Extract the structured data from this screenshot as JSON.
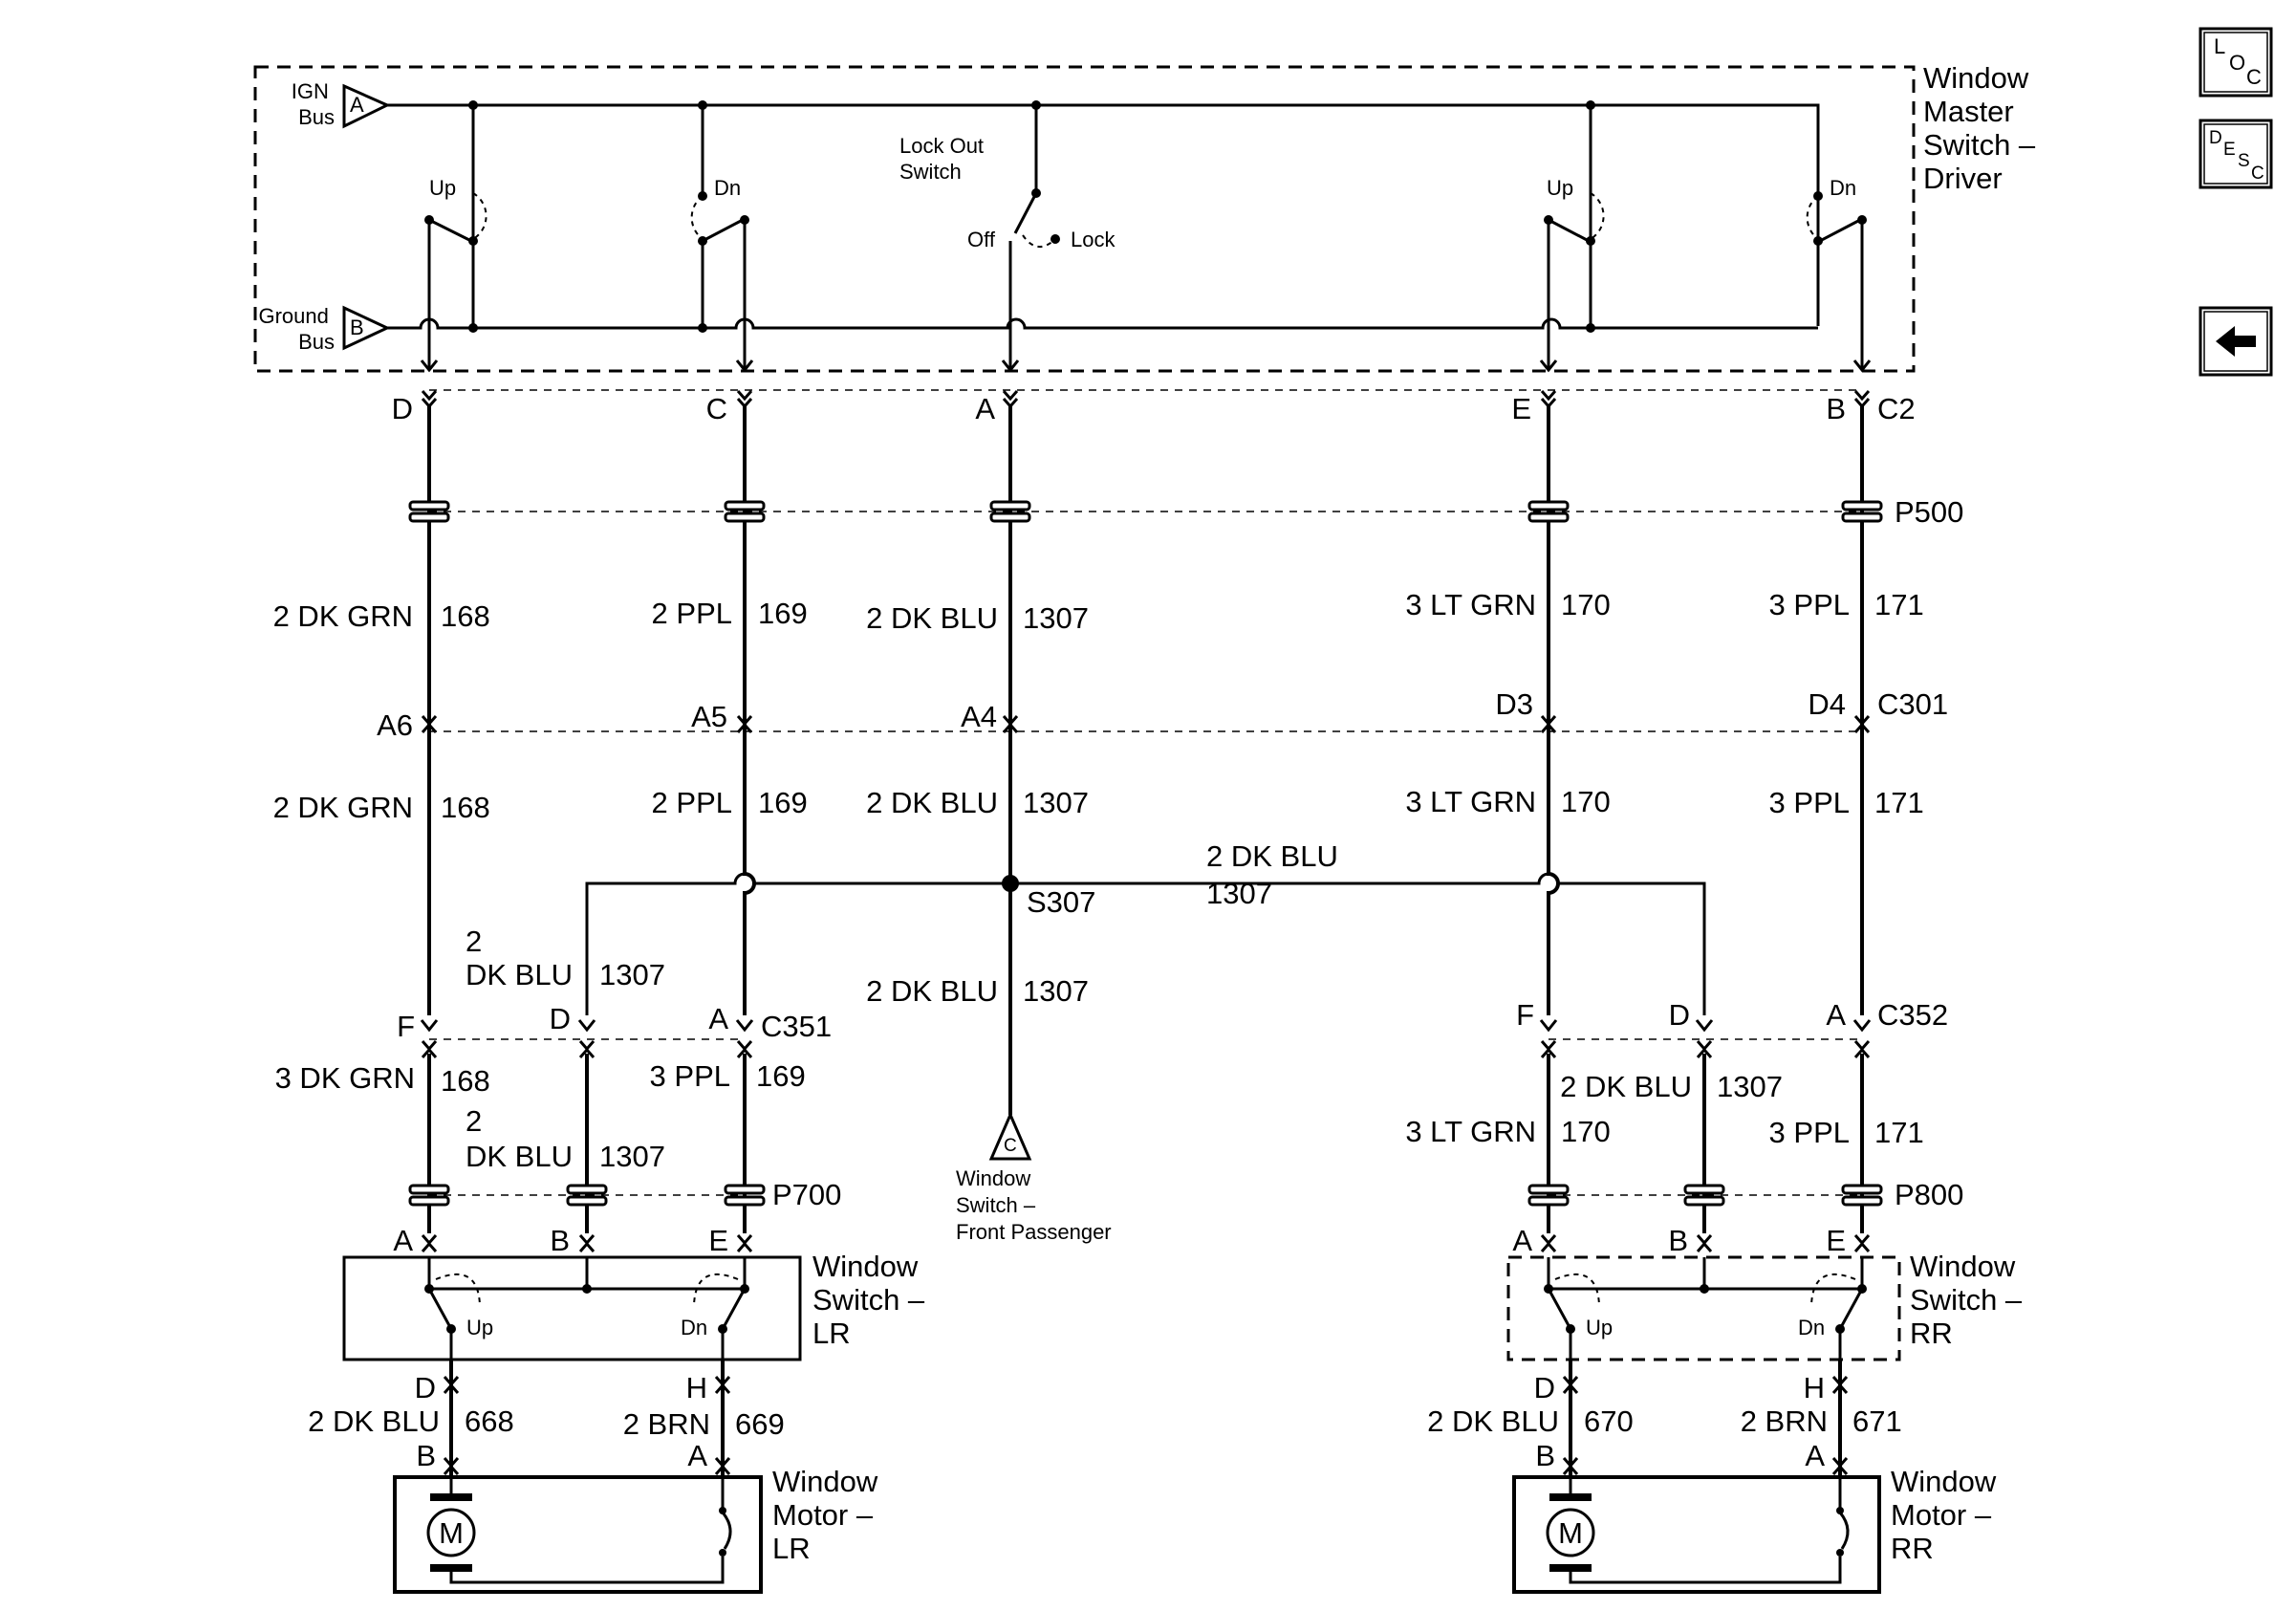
{
  "nav": {
    "loc": {
      "t1": "L",
      "t2": "O",
      "t3": "C"
    },
    "desc": {
      "t1": "D",
      "t2": "E",
      "t3": "S",
      "t4": "C"
    },
    "back_icon": "arrow-left-icon"
  },
  "master": {
    "title": [
      "Window",
      "Master",
      "Switch –",
      "Driver"
    ],
    "ign": [
      "IGN",
      "Bus"
    ],
    "ign_pin": "A",
    "gnd": [
      "Ground",
      "Bus"
    ],
    "gnd_pin": "B",
    "up1": "Up",
    "dn1": "Dn",
    "up2": "Up",
    "dn2": "Dn",
    "lockout": [
      "Lock Out",
      "Switch"
    ],
    "off": "Off",
    "lock": "Lock"
  },
  "c2": {
    "name": "C2",
    "pins": [
      "D",
      "C",
      "A",
      "E",
      "B"
    ]
  },
  "p500": "P500",
  "upper_wires": [
    {
      "color": "2 DK GRN",
      "circuit": "168"
    },
    {
      "color": "2 PPL",
      "circuit": "169"
    },
    {
      "color": "2 DK BLU",
      "circuit": "1307"
    },
    {
      "color": "3 LT GRN",
      "circuit": "170"
    },
    {
      "color": "3 PPL",
      "circuit": "171"
    }
  ],
  "c301": {
    "name": "C301",
    "pins": [
      "A6",
      "A5",
      "A4",
      "D3",
      "D4"
    ]
  },
  "mid_wires": [
    {
      "color": "2 DK GRN",
      "circuit": "168"
    },
    {
      "color": "2 PPL",
      "circuit": "169"
    },
    {
      "color": "2 DK BLU",
      "circuit": "1307"
    },
    {
      "color": "3 LT GRN",
      "circuit": "170"
    },
    {
      "color": "3 PPL",
      "circuit": "171"
    }
  ],
  "splice": {
    "name": "S307",
    "color": "2 DK BLU",
    "circuit": "1307"
  },
  "left_branch": {
    "color_a": "2",
    "color_b": "DK BLU",
    "circuit": "1307"
  },
  "center_wire": {
    "color": "2 DK BLU",
    "circuit": "1307"
  },
  "c351": {
    "name": "C351",
    "pins": [
      "F",
      "D",
      "A"
    ]
  },
  "c352": {
    "name": "C352",
    "pins": [
      "F",
      "D",
      "A"
    ]
  },
  "lr_lower": [
    {
      "color": "3 DK GRN",
      "circuit": "168"
    },
    {
      "color_a": "2",
      "color_b": "DK BLU",
      "circuit": "1307"
    },
    {
      "color": "3 PPL",
      "circuit": "169"
    }
  ],
  "rr_lower": [
    {
      "color": "3 LT GRN",
      "circuit": "170"
    },
    {
      "color": "2 DK BLU",
      "circuit": "1307"
    },
    {
      "color": "3 PPL",
      "circuit": "171"
    }
  ],
  "p700": "P700",
  "p800": "P800",
  "passenger": {
    "pin": "C",
    "label": [
      "Window",
      "Switch –",
      "Front Passenger"
    ]
  },
  "lr_switch": {
    "pins": [
      "A",
      "B",
      "E"
    ],
    "title": [
      "Window",
      "Switch –",
      "LR"
    ],
    "up": "Up",
    "dn": "Dn",
    "out_pins": [
      "D",
      "H"
    ]
  },
  "rr_switch": {
    "pins": [
      "A",
      "B",
      "E"
    ],
    "title": [
      "Window",
      "Switch –",
      "RR"
    ],
    "up": "Up",
    "dn": "Dn",
    "out_pins": [
      "D",
      "H"
    ]
  },
  "lr_motor_wires": [
    {
      "color": "2 DK BLU",
      "circuit": "668"
    },
    {
      "color": "2 BRN",
      "circuit": "669"
    }
  ],
  "rr_motor_wires": [
    {
      "color": "2 DK BLU",
      "circuit": "670"
    },
    {
      "color": "2 BRN",
      "circuit": "671"
    }
  ],
  "lr_motor": {
    "pins": [
      "B",
      "A"
    ],
    "symbol": "M",
    "title": [
      "Window",
      "Motor –",
      "LR"
    ]
  },
  "rr_motor": {
    "pins": [
      "B",
      "A"
    ],
    "symbol": "M",
    "title": [
      "Window",
      "Motor –",
      "RR"
    ]
  }
}
